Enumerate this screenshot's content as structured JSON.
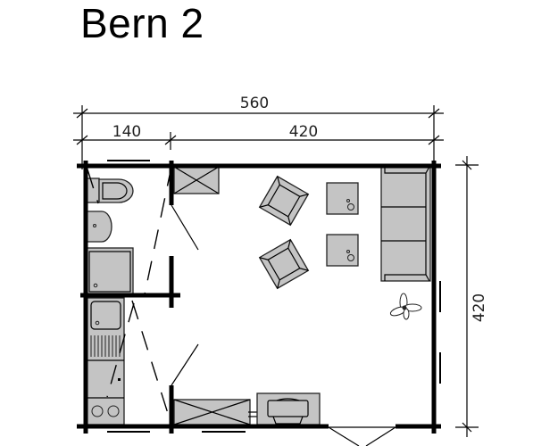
{
  "title": "Bern 2",
  "dimensions": {
    "total_width": "560",
    "left_width": "140",
    "right_width": "420",
    "depth": "420"
  },
  "rooms": [
    {
      "name": "bathroom"
    },
    {
      "name": "kitchenette"
    },
    {
      "name": "living-room"
    }
  ],
  "furniture": [
    "toilet",
    "sink",
    "shower",
    "kitchen-sink",
    "drainboard",
    "cabinet",
    "hob",
    "storage-box-top",
    "armchair-1",
    "armchair-2",
    "side-table-1",
    "side-table-2",
    "sofa",
    "plant",
    "storage-box-bottom",
    "stove"
  ],
  "colors": {
    "wall": "#000000",
    "furniture_fill": "#c4c4c4",
    "background": "#ffffff"
  }
}
